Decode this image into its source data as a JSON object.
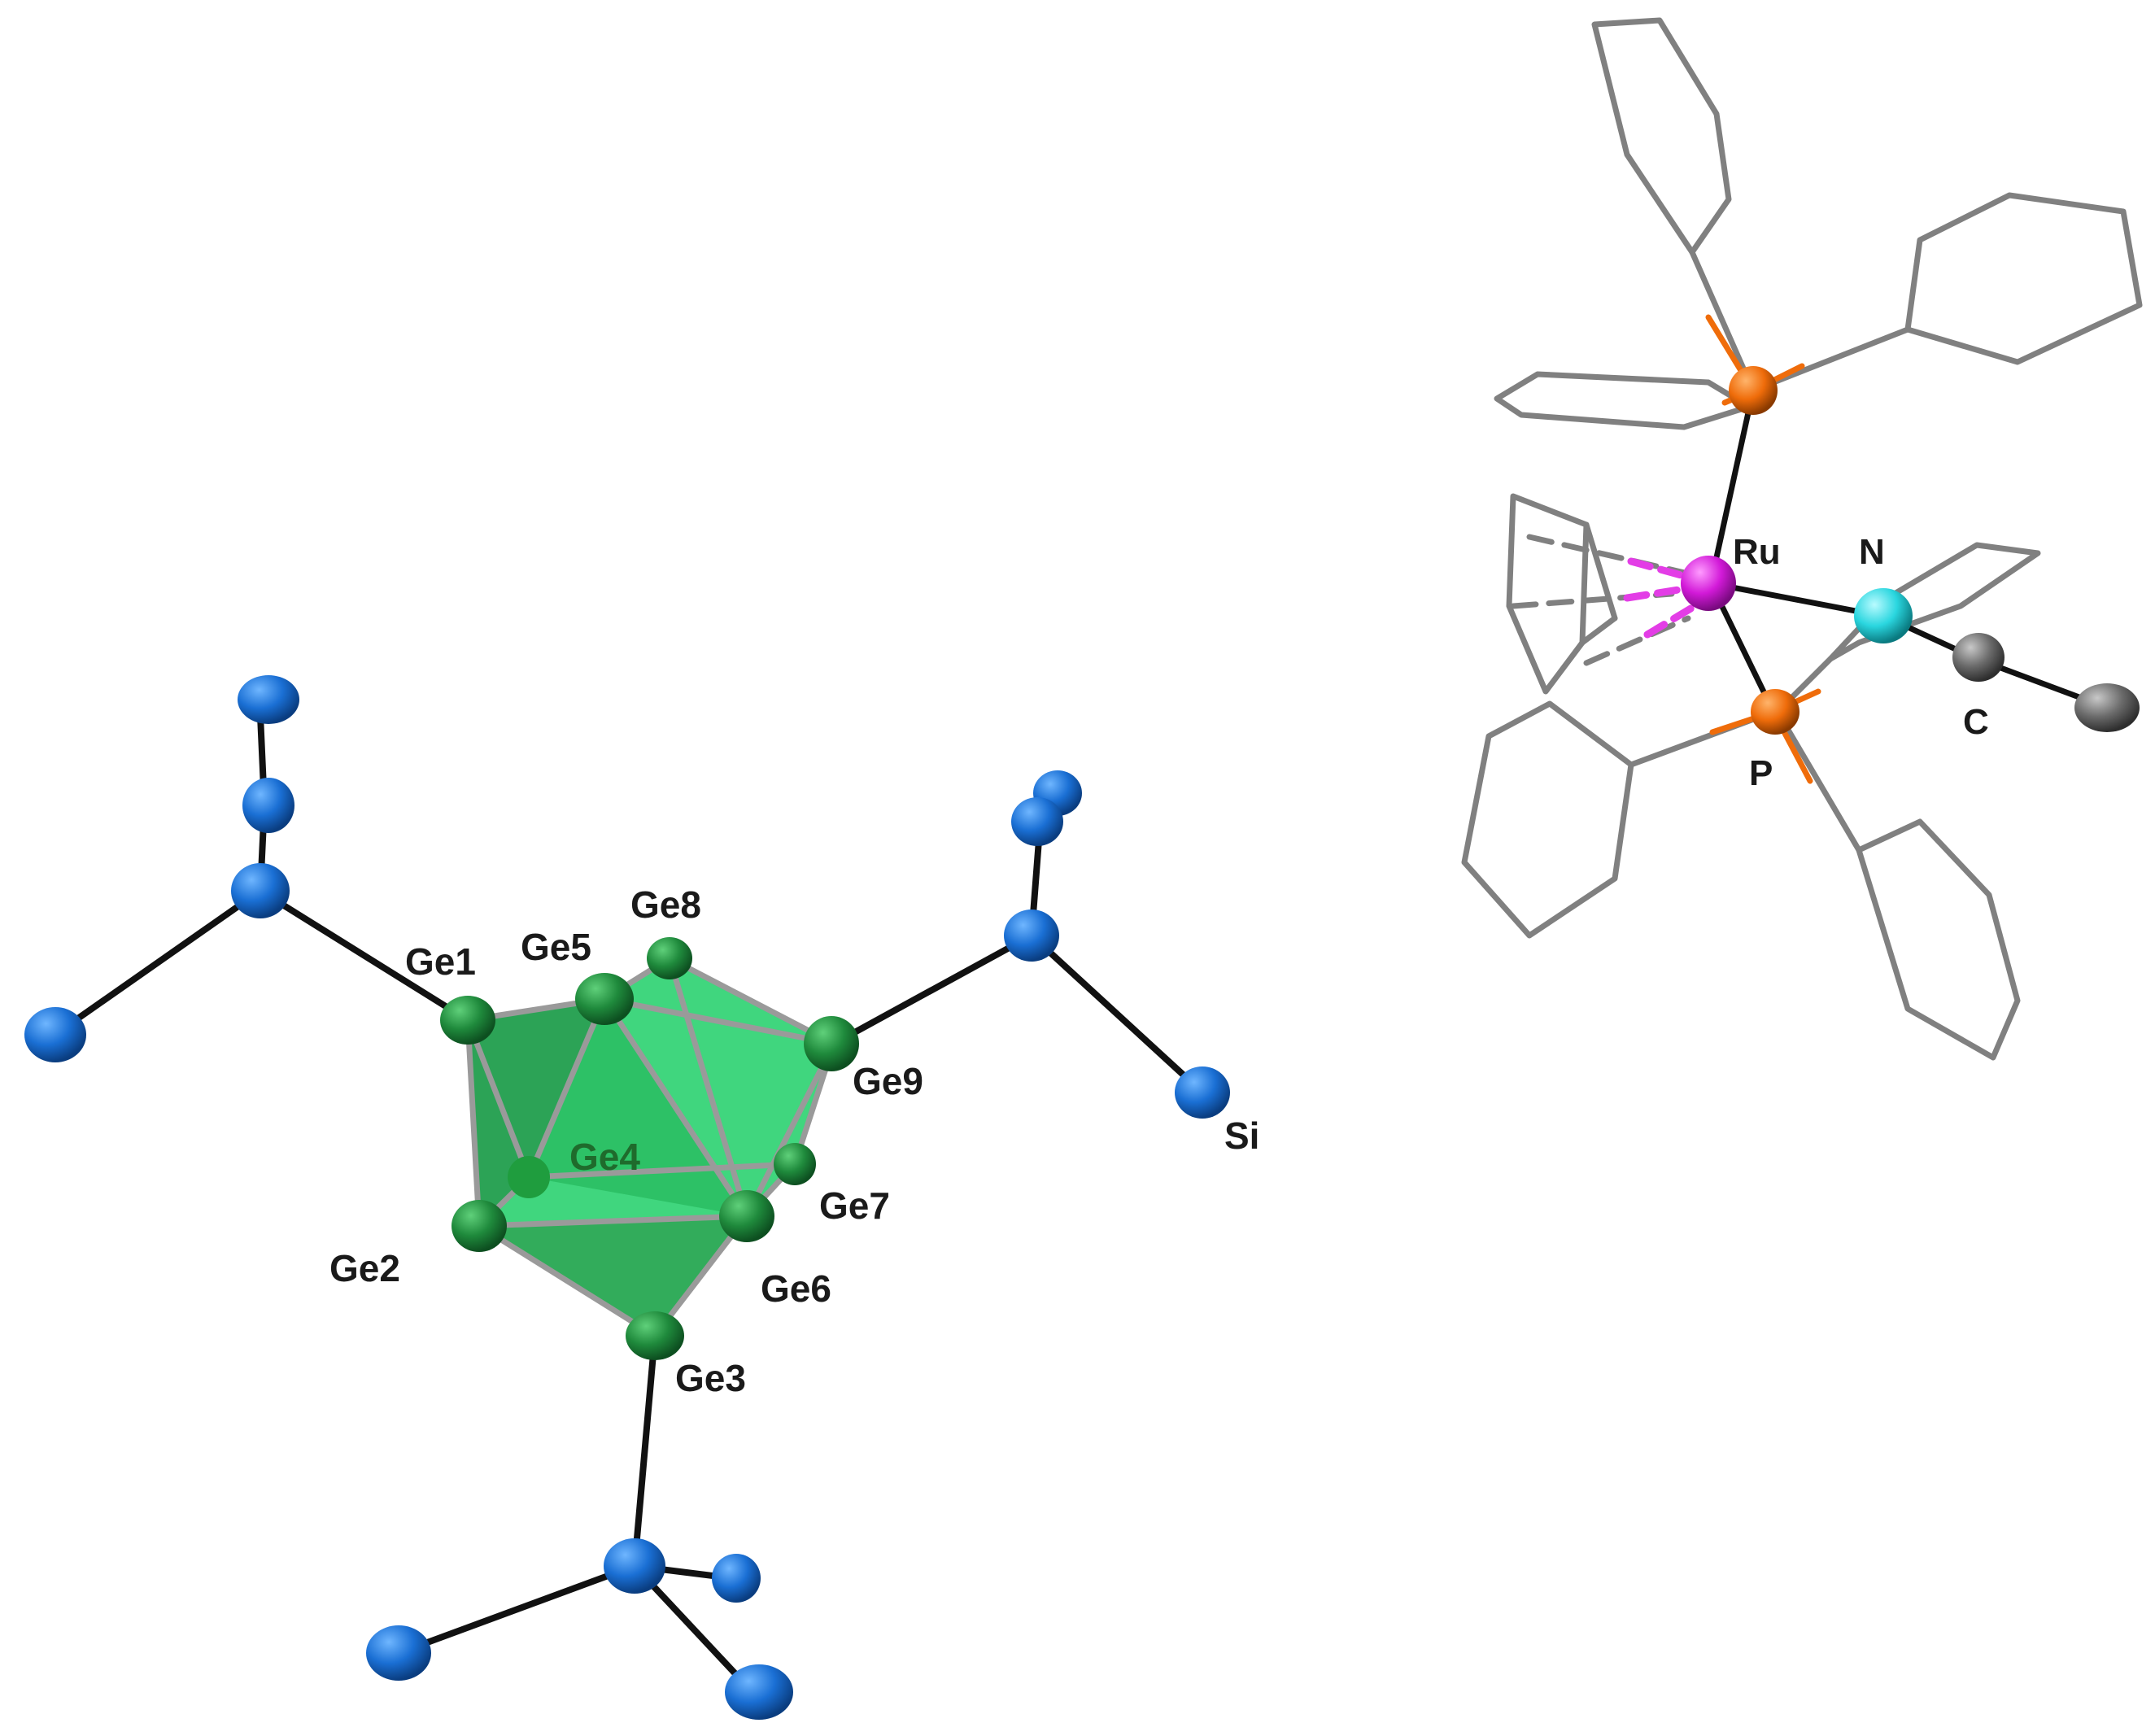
{
  "colors": {
    "background": "#ffffff",
    "germanium": "#1f8a3c",
    "silicon": "#1a6fd4",
    "ruthenium": "#d21ad8",
    "phosphorus": "#ef6c0a",
    "nitrogen": "#2ad6df",
    "carbon": "#6b6b6b",
    "cluster_face": "#22c257",
    "bond": "#111111",
    "cage_edge": "#9a9a9a",
    "ligand_frame": "#808080",
    "eta_bond": "#e33de6"
  },
  "cluster_structure": {
    "labels": {
      "ge1": "Ge1",
      "ge2": "Ge2",
      "ge3": "Ge3",
      "ge4": "Ge4",
      "ge5": "Ge5",
      "ge6": "Ge6",
      "ge7": "Ge7",
      "ge8": "Ge8",
      "ge9": "Ge9",
      "si": "Si"
    }
  },
  "complex_structure": {
    "labels": {
      "ru": "Ru",
      "n": "N",
      "p": "P",
      "c": "C"
    }
  }
}
